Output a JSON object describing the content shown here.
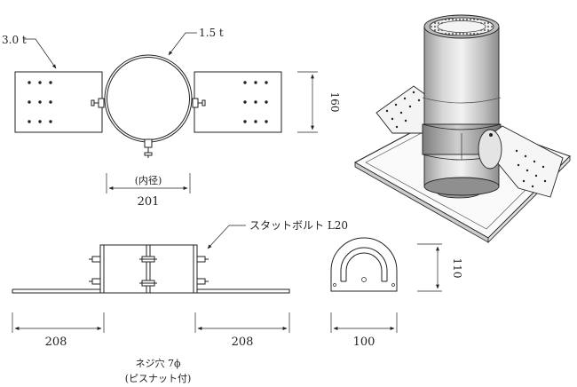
{
  "labels": {
    "left_thickness": "3.0 t",
    "ring_thickness": "1.5 t",
    "height_dim": "160",
    "inner_dia_caption": "(内径)",
    "inner_dia_value": "201",
    "stud_bolt": "スタットボルト  L20",
    "front_height": "110",
    "left_flange_len": "208",
    "right_flange_len": "208",
    "depth_dim": "100",
    "thread_hole": "ネジ穴  7ϕ",
    "thread_hole_note": "(ピスナット付)"
  }
}
